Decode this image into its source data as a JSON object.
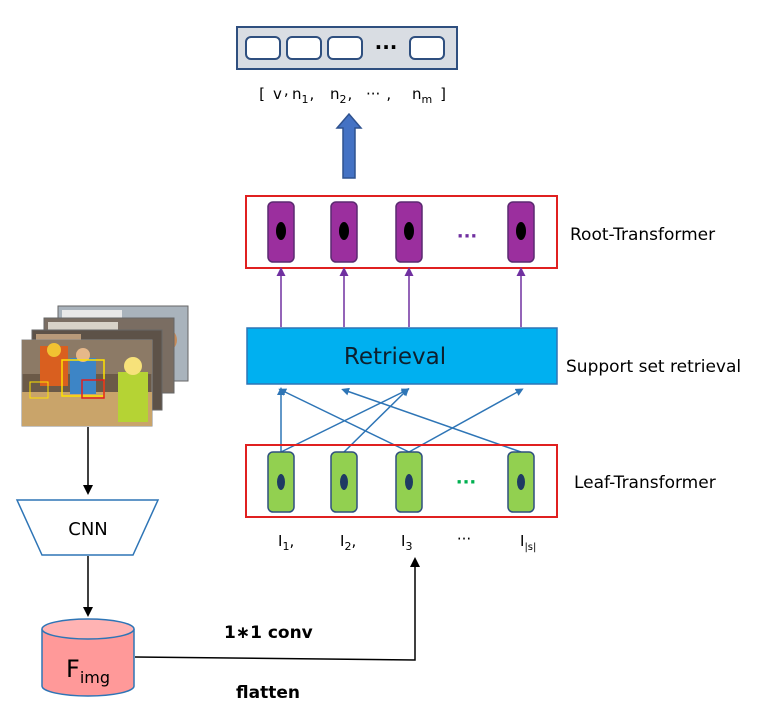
{
  "output": {
    "boxes": 4,
    "ellipsis": "···",
    "sequence": {
      "open": "[",
      "items": [
        {
          "base": "v",
          "sub": "",
          "sep": ","
        },
        {
          "base": "n",
          "sub": "1",
          "sep": ","
        },
        {
          "base": "n",
          "sub": "2",
          "sep": ","
        },
        {
          "base": "···",
          "sub": "",
          "sep": ","
        },
        {
          "base": "n",
          "sub": "m",
          "sep": ""
        }
      ],
      "close": "]"
    }
  },
  "root_transformer": {
    "label": "Root-Transformer",
    "ellipsis": "···",
    "color": "#9b2f9e"
  },
  "retrieval": {
    "label": "Retrieval",
    "side_label": "Support set retrieval",
    "color": "#00b0f0"
  },
  "leaf_transformer": {
    "label": "Leaf-Transformer",
    "ellipsis": "···",
    "color": "#92d050",
    "inputs": [
      {
        "base": "I",
        "sub": "1",
        "sep": ","
      },
      {
        "base": "I",
        "sub": "2",
        "sep": ","
      },
      {
        "base": "I",
        "sub": "3",
        "sep": ""
      },
      {
        "base": "···",
        "sub": "",
        "sep": ""
      },
      {
        "base": "I",
        "sub": "|s|",
        "sep": ""
      }
    ]
  },
  "cnn": {
    "label": "CNN"
  },
  "feature": {
    "base": "F",
    "sub": "img",
    "color": "#ff9999"
  },
  "conv_label": "1∗1 conv",
  "flatten_label": "flatten",
  "colors": {
    "frame_red": "#e02020",
    "arrow_blue": "#2e75b6",
    "arrow_purple": "#7030a0",
    "output_frame": "#2f4f7f",
    "output_fill": "#d9dde3"
  }
}
